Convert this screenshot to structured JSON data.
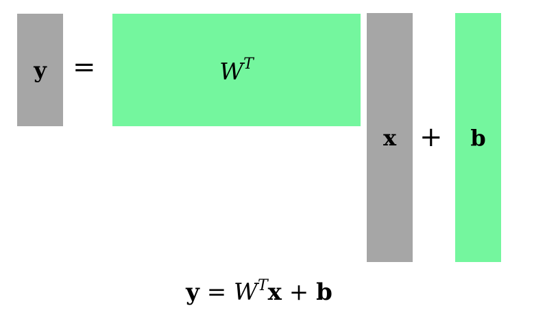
{
  "diagram": {
    "colors": {
      "vector_gray": "#a6a6a6",
      "matrix_green": "#74f69e"
    },
    "blocks": {
      "y_label": "y",
      "w_label": "W",
      "w_superscript": "T",
      "x_label": "x",
      "b_label": "b"
    },
    "operators": {
      "equals": "=",
      "plus": "+"
    },
    "formula": {
      "y": "y",
      "equals": " = ",
      "W": "W",
      "T": "T",
      "x": "x",
      "plus": " + ",
      "b": "b"
    }
  }
}
